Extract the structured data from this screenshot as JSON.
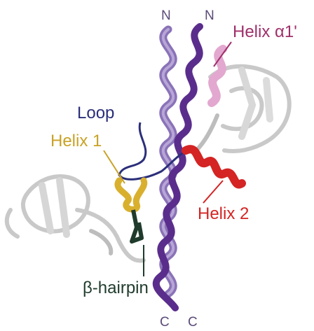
{
  "labels": {
    "n_left": "N",
    "n_right": "N",
    "c_left": "C",
    "c_right": "C",
    "helix_a1": "Helix α1'",
    "loop": "Loop",
    "helix_1": "Helix 1",
    "helix_2": "Helix 2",
    "beta_hairpin": "β-hairpin"
  },
  "colors": {
    "helix_a1": "#a0306a",
    "loop": "#2b2f7a",
    "helix_1": "#c9a227",
    "helix_2": "#d42424",
    "beta_hairpin": "#1f3b2c",
    "coiled_coil": "#7b5fae",
    "partner_helix": "#5a2d8c",
    "pink_helix": "#e3a8cf",
    "domains": "#cfcfcf"
  },
  "icons": [
    "protein-ribbon-structure"
  ]
}
